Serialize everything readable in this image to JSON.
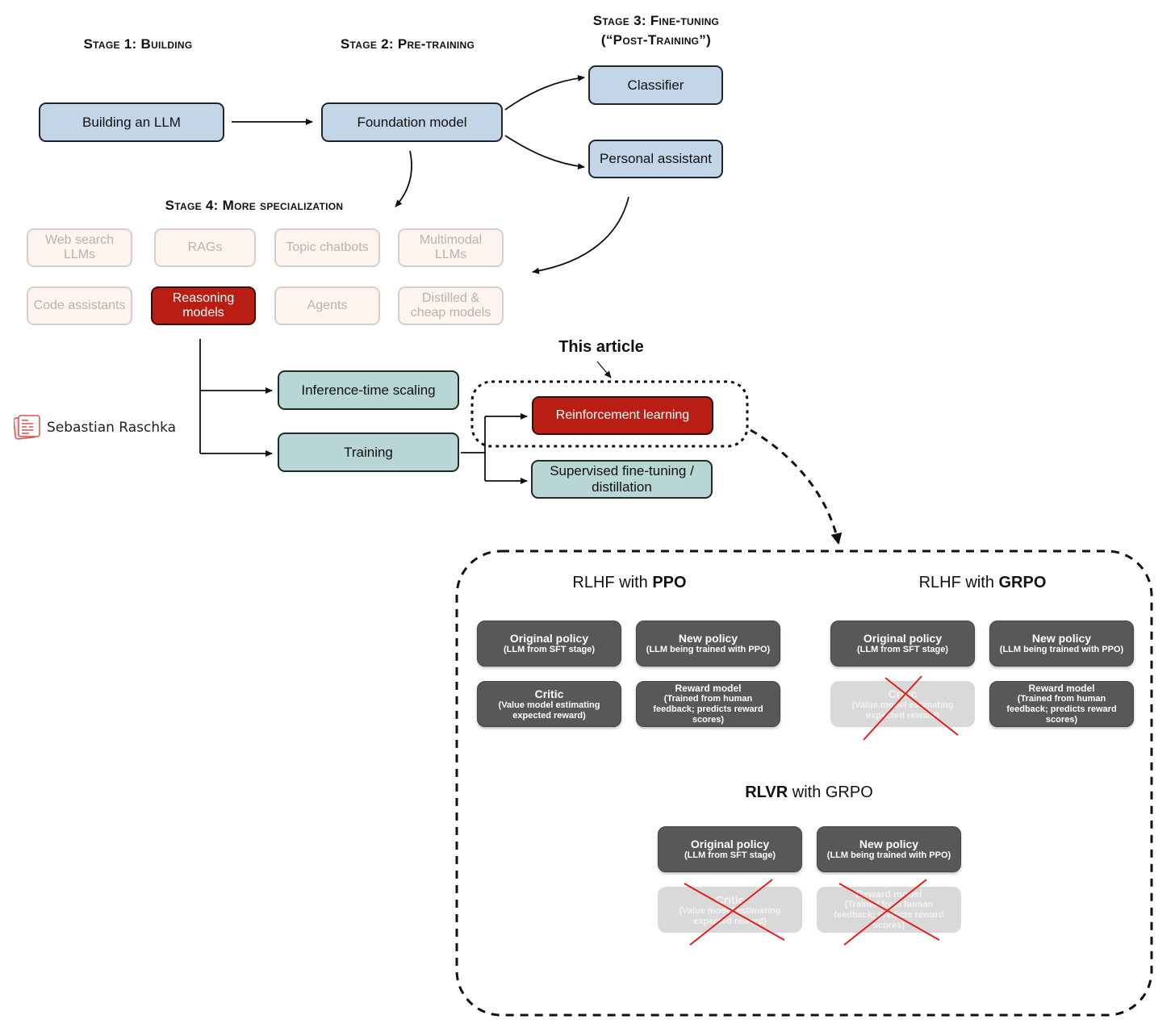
{
  "stages": {
    "stage1": "Stage 1: Building",
    "stage2": "Stage 2: Pre-training",
    "stage3_line1": "Stage 3: Fine-tuning",
    "stage3_line2": "(“Post-Training”)",
    "stage4": "Stage 4: More specialization"
  },
  "boxes": {
    "building": "Building an LLM",
    "foundation": "Foundation model",
    "classifier": "Classifier",
    "assistant": "Personal assistant"
  },
  "specializations": {
    "web_search": "Web search LLMs",
    "rags": "RAGs",
    "topic_chatbots": "Topic chatbots",
    "multimodal": "Multimodal LLMs",
    "code_assistants": "Code assistants",
    "reasoning": "Reasoning models",
    "agents": "Agents",
    "distilled": "Distilled & cheap models"
  },
  "reasoning_branch": {
    "inference_scaling": "Inference-time scaling",
    "training": "Training",
    "reinforcement_learning": "Reinforcement learning",
    "sft_distillation": "Supervised fine-tuning / distillation",
    "this_article": "This article"
  },
  "author": "Sebastian Raschka",
  "rl_detail": {
    "ppo_title_prefix": "RLHF with ",
    "ppo_title_bold": "PPO",
    "grpo_title_prefix": "RLHF with ",
    "grpo_title_bold": "GRPO",
    "rlvr_title_bold": "RLVR",
    "rlvr_title_suffix": " with GRPO",
    "original_policy": "Original policy",
    "original_policy_sub": "(LLM from SFT stage)",
    "new_policy": "New policy",
    "new_policy_sub": "(LLM being trained with PPO)",
    "critic": "Critic",
    "critic_sub": "(Value model estimating expected reward)",
    "reward_model": "Reward model",
    "reward_model_sub": "(Trained from human feedback; predicts reward scores)"
  },
  "colors": {
    "blue_box": "#c3d6e8",
    "teal_box": "#b8d6d4",
    "red_box": "#b91d13",
    "dark_box": "#585858",
    "cross": "#e0201a"
  }
}
